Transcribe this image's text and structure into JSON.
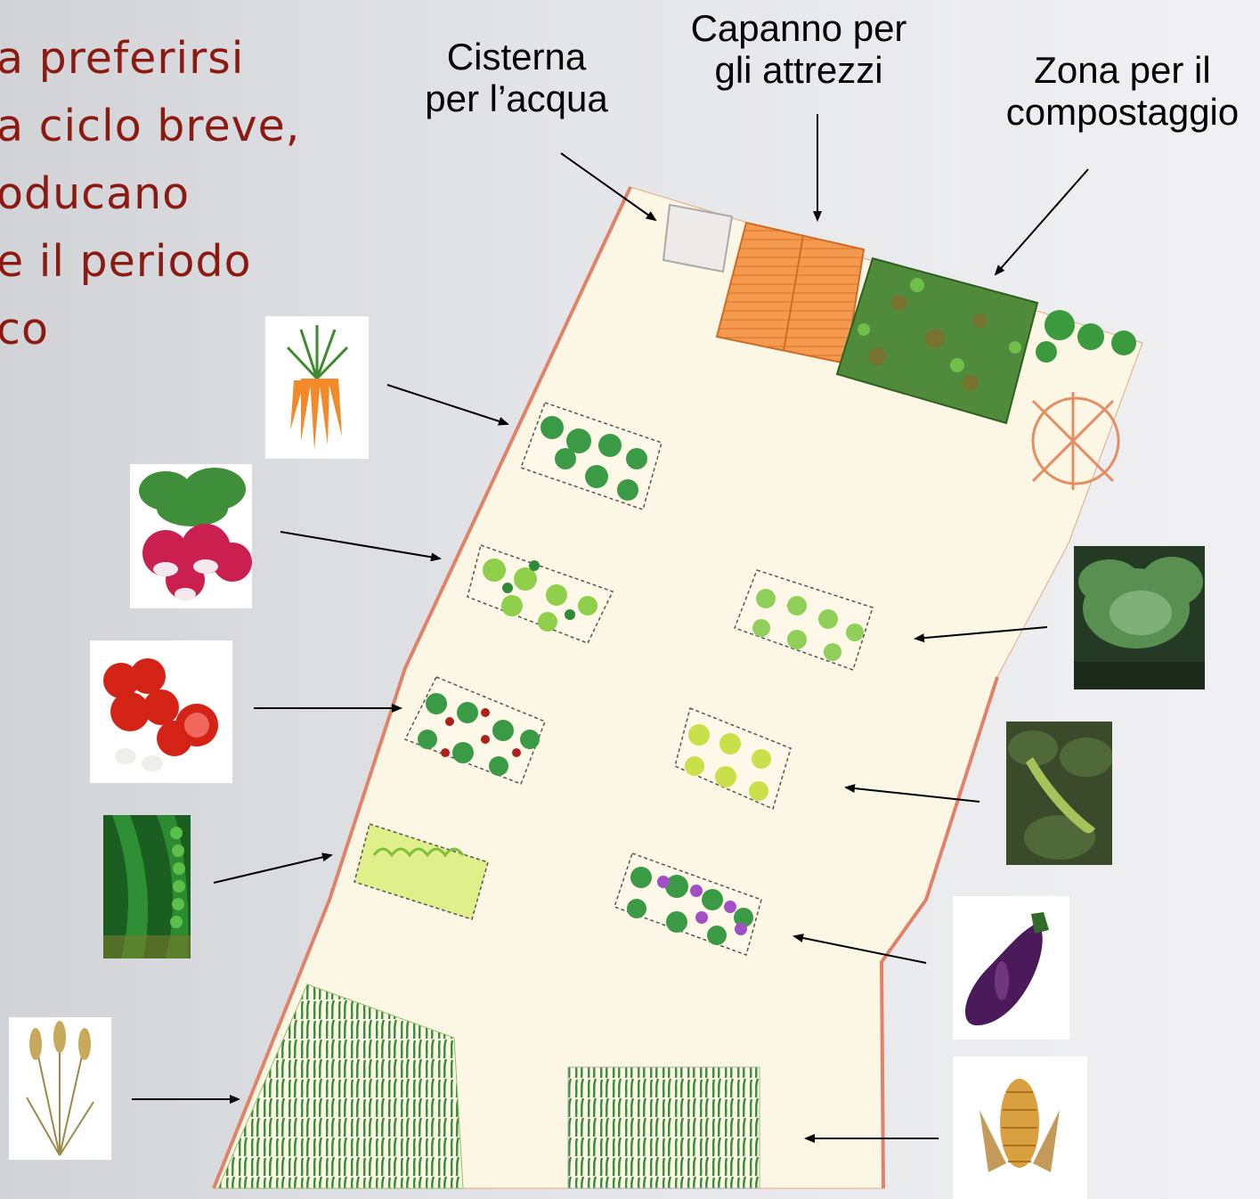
{
  "intro_lines": [
    "a preferirsi",
    "a ciclo breve,",
    "oducano",
    "e il periodo",
    "co"
  ],
  "labels": {
    "cistern": [
      "Cisterna",
      "per l’acqua"
    ],
    "shed": [
      "Capanno per",
      "gli attrezzi"
    ],
    "compost": [
      "Zona per il",
      "compostaggio"
    ]
  },
  "plants": {
    "left": [
      "carrot",
      "radish",
      "tomato",
      "pea",
      "wheat"
    ],
    "right": [
      "lettuce",
      "bean",
      "eggplant",
      "corn"
    ]
  },
  "colors": {
    "title_text": "#8b1a13",
    "garden_ground": "#fbf7e4",
    "fence": "#e0826a",
    "shed": "#f49a4e",
    "cistern": "#e9e8e6",
    "foliage": "#3f9a45"
  }
}
